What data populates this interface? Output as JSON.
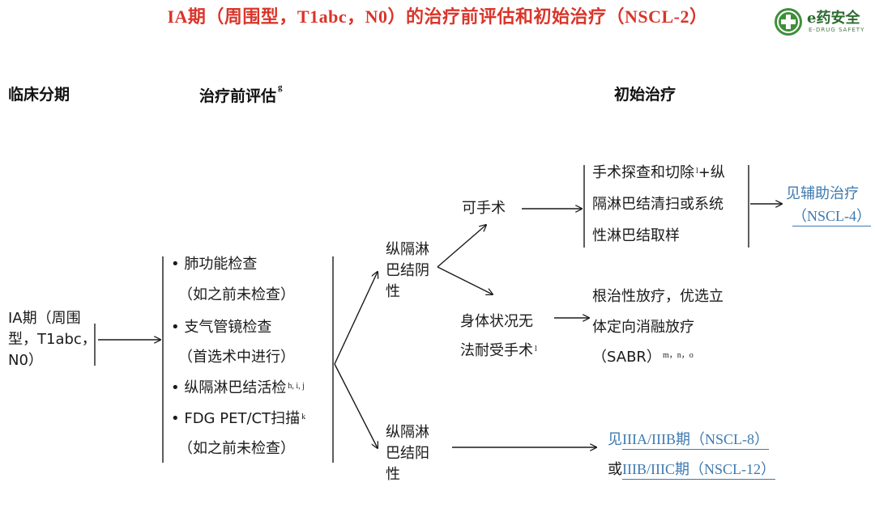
{
  "title": "IA期（周围型，T1abc，N0）的治疗前评估和初始治疗（NSCL-2）",
  "logo": {
    "main": "e药安全",
    "sub": "E-DRUG SAFETY",
    "brand_color": "#3e8f3a"
  },
  "headers": {
    "stage": "临床分期",
    "eval": "治疗前评估",
    "eval_sup": "g",
    "treatment": "初始治疗"
  },
  "stage": {
    "lines": [
      "IA期（周围",
      "型，T1abc，",
      "N0）"
    ]
  },
  "eval_items": [
    {
      "text": "• 肺功能检查",
      "sup": ""
    },
    {
      "text": "（如之前未检查）",
      "sup": ""
    },
    {
      "text": "• 支气管镜检查",
      "sup": ""
    },
    {
      "text": "（首选术中进行）",
      "sup": ""
    },
    {
      "text": "• 纵隔淋巴结活检",
      "sup": "h, i, j"
    },
    {
      "text": "• FDG PET/CT扫描",
      "sup": "k"
    },
    {
      "text": "（如之前未检查）",
      "sup": ""
    }
  ],
  "branches": {
    "neg": {
      "lines": [
        "纵隔淋",
        "巴结阴",
        "性"
      ]
    },
    "pos": {
      "lines": [
        "纵隔淋",
        "巴结阳",
        "性"
      ]
    }
  },
  "operable": {
    "label": "可手术"
  },
  "inoperable": {
    "lines": [
      "身体状况无",
      "法耐受手术"
    ],
    "sup": "l"
  },
  "surgery": {
    "line1": "手术探查和切除",
    "line1_sup": "l",
    "line1_tail": "+纵",
    "line2": "隔淋巴结清扫或系统",
    "line3": "性淋巴结取样"
  },
  "sabr": {
    "line1": "根治性放疗，优选立",
    "line2": "体定向消融放疗",
    "line3": "（SABR）",
    "line3_sup": "m，n，o"
  },
  "adjuvant_link": {
    "line1": "见辅助治疗",
    "line2": "（NSCL-4）"
  },
  "pos_links": {
    "line1_prefix": "见",
    "line1_link": "IIIA/IIIB期（NSCL-8）",
    "line2_prefix": "或",
    "line2_link": "IIIB/IIIC期（NSCL-12）"
  },
  "colors": {
    "title": "#d9352a",
    "link": "#3d7ab0"
  }
}
